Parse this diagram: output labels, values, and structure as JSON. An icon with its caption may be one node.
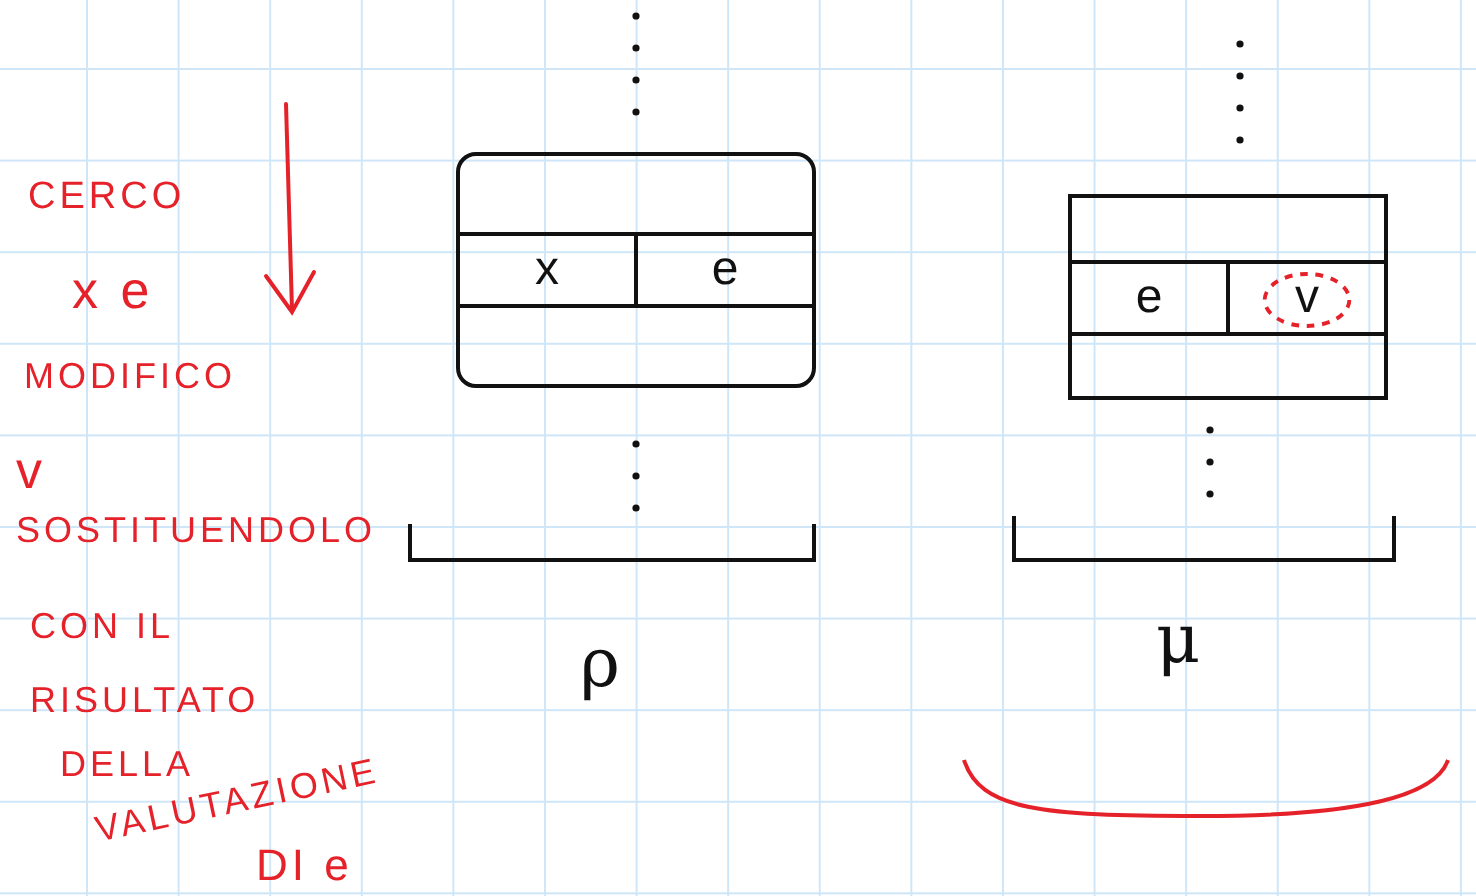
{
  "diagram": {
    "nodes": [
      {
        "text": [
          "x",
          "e"
        ],
        "beside": [
          "ρ"
        ]
      },
      {
        "text": [
          "e",
          "v"
        ],
        "beside": [
          "μ"
        ]
      }
    ],
    "labels": [
      "CERCO",
      "x e",
      "MODIFICO",
      "v",
      "SOSTITUENDOLO",
      "CON IL",
      "RISULTATO",
      "DELLA",
      "VALUTAZIONE",
      "DI e"
    ]
  }
}
